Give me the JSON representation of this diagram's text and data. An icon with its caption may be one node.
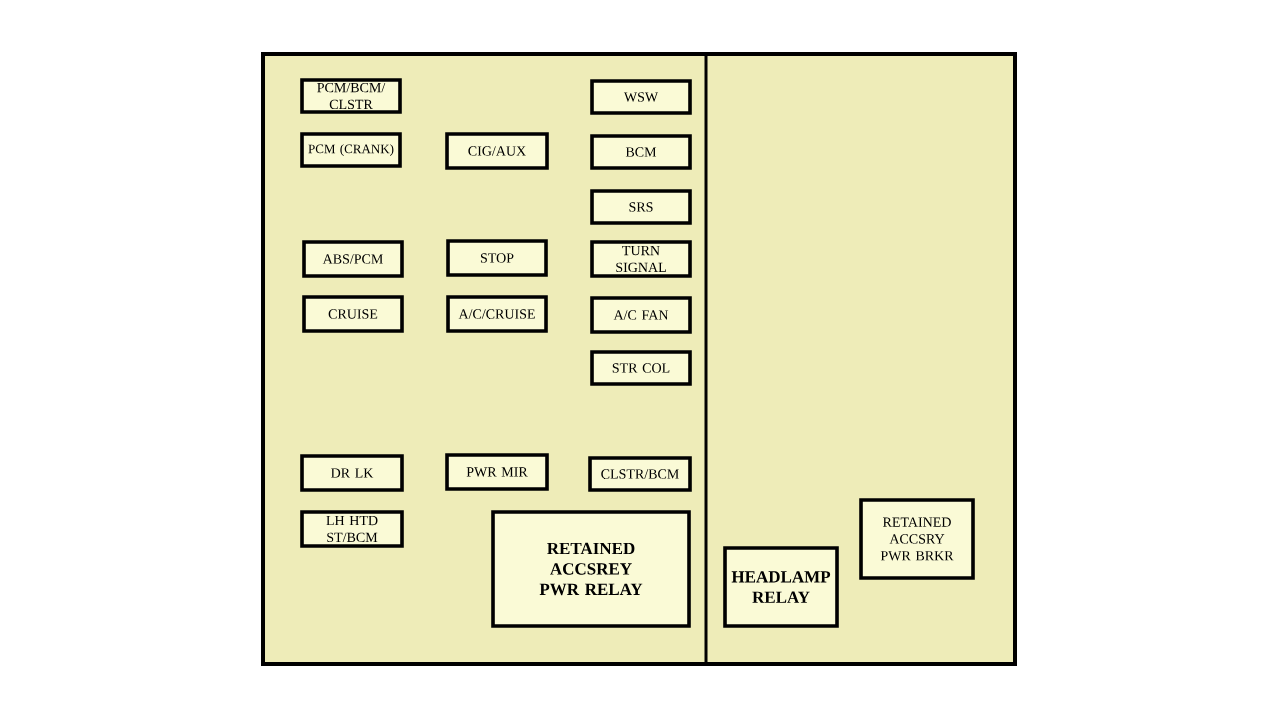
{
  "diagram": {
    "nodes": [
      {
        "text": [
          "PCM/BCM/ CLSTR"
        ]
      },
      {
        "text": [
          "WSW"
        ]
      },
      {
        "text": [
          "PCM (CRANK)"
        ]
      },
      {
        "text": [
          "CIG/AUX"
        ]
      },
      {
        "text": [
          "BCM"
        ]
      },
      {
        "text": [
          "SRS"
        ]
      },
      {
        "text": [
          "ABS/PCM"
        ]
      },
      {
        "text": [
          "STOP"
        ]
      },
      {
        "text": [
          "TURN SIGNAL"
        ]
      },
      {
        "text": [
          "CRUISE"
        ]
      },
      {
        "text": [
          "A/C/CRUISE"
        ]
      },
      {
        "text": [
          "A/C FAN"
        ]
      },
      {
        "text": [
          "STR COL"
        ]
      },
      {
        "text": [
          "DR LK"
        ]
      },
      {
        "text": [
          "PWR MIR"
        ]
      },
      {
        "text": [
          "CLSTR/BCM"
        ]
      },
      {
        "text": [
          "LH HTD ST/BCM"
        ]
      },
      {
        "text": [
          "RETAINED ACCSREY PWR RELAY"
        ]
      },
      {
        "text": [
          "HEADLAMP RELAY"
        ]
      },
      {
        "text": [
          "RETAINED ACCSRY PWR BRKR"
        ]
      }
    ]
  }
}
